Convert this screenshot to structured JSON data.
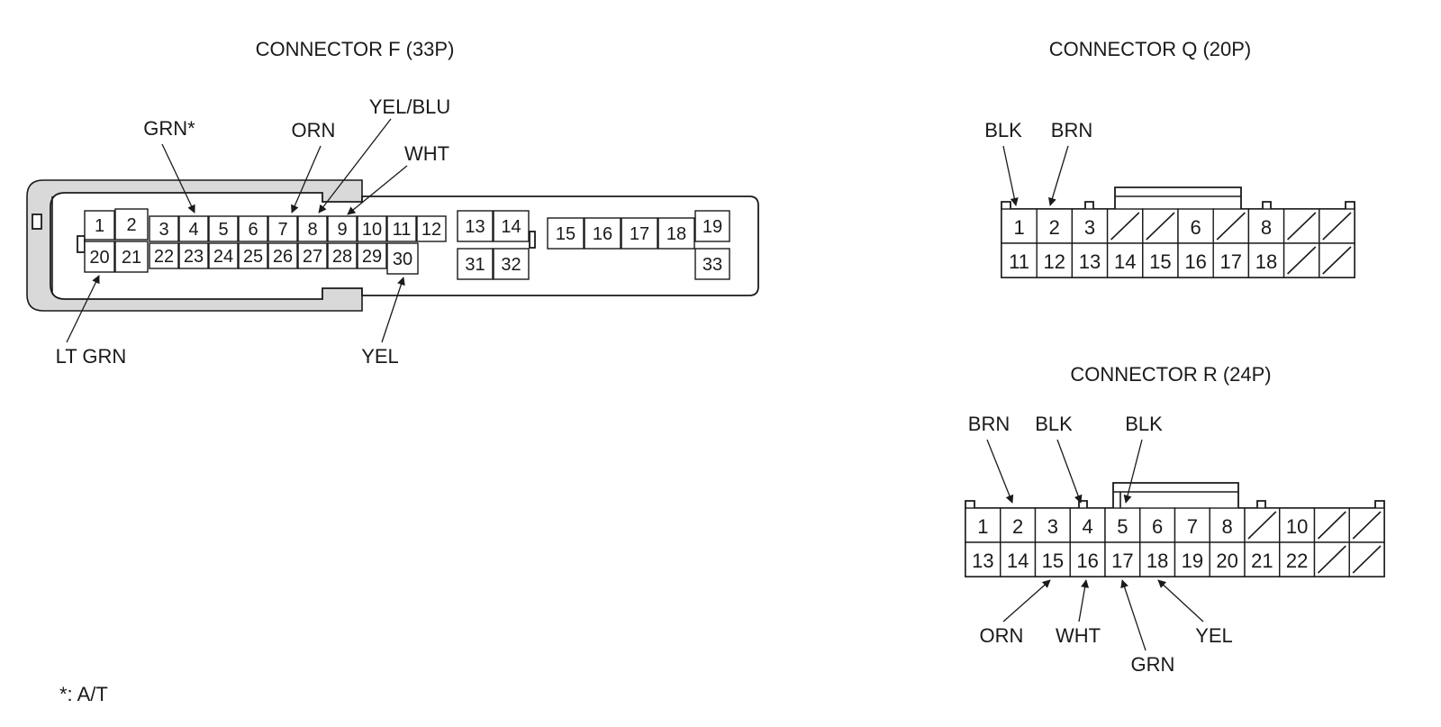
{
  "footnote": "*: A/T",
  "connectors": {
    "f": {
      "title": "CONNECTOR F (33P)",
      "pins": [
        "1",
        "2",
        "3",
        "4",
        "5",
        "6",
        "7",
        "8",
        "9",
        "10",
        "11",
        "12",
        "13",
        "14",
        "15",
        "16",
        "17",
        "18",
        "19",
        "20",
        "21",
        "22",
        "23",
        "24",
        "25",
        "26",
        "27",
        "28",
        "29",
        "30",
        "31",
        "32",
        "33"
      ],
      "wires": [
        {
          "color": "GRN*",
          "pin": "4"
        },
        {
          "color": "ORN",
          "pin": "7"
        },
        {
          "color": "YEL/BLU",
          "pin": "8"
        },
        {
          "color": "WHT",
          "pin": "9"
        },
        {
          "color": "LT GRN",
          "pin": "20"
        },
        {
          "color": "YEL",
          "pin": "30"
        }
      ]
    },
    "q": {
      "title": "CONNECTOR Q (20P)",
      "pins": [
        "1",
        "2",
        "3",
        "6",
        "8",
        "11",
        "12",
        "13",
        "14",
        "15",
        "16",
        "17",
        "18"
      ],
      "wires": [
        {
          "color": "BLK",
          "pin": "1"
        },
        {
          "color": "BRN",
          "pin": "2"
        }
      ]
    },
    "r": {
      "title": "CONNECTOR R (24P)",
      "pins": [
        "1",
        "2",
        "3",
        "4",
        "5",
        "6",
        "7",
        "8",
        "10",
        "13",
        "14",
        "15",
        "16",
        "17",
        "18",
        "19",
        "20",
        "21",
        "22"
      ],
      "wires": [
        {
          "color": "BRN",
          "pin": "2"
        },
        {
          "color": "BLK",
          "pin": "4"
        },
        {
          "color": "BLK",
          "pin": "5"
        },
        {
          "color": "ORN",
          "pin": "15"
        },
        {
          "color": "WHT",
          "pin": "16"
        },
        {
          "color": "GRN",
          "pin": "17"
        },
        {
          "color": "YEL",
          "pin": "18"
        }
      ]
    }
  }
}
